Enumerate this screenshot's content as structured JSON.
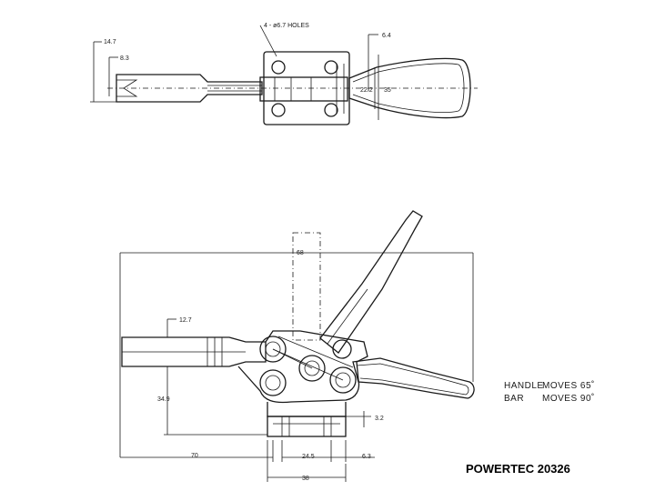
{
  "holes_note": "4 - ø6.7 HOLES",
  "top_view": {
    "dims": {
      "d14_7": "14.7",
      "d8_3": "8.3",
      "d6_4": "6.4",
      "d22_2": "22.2",
      "d35": "35"
    }
  },
  "side_view": {
    "dims": {
      "d68": "68",
      "d12_7": "12.7",
      "d34_9": "34.9",
      "d3_2": "3.2",
      "d70": "70",
      "d24_5": "24.5",
      "d6_3": "6.3",
      "d38": "38"
    }
  },
  "notes": {
    "handle_label": "HANDLE",
    "handle_moves": "MOVES 65˚",
    "bar_label": "BAR",
    "bar_moves": "MOVES 90˚"
  },
  "model": "POWERTEC 20326"
}
